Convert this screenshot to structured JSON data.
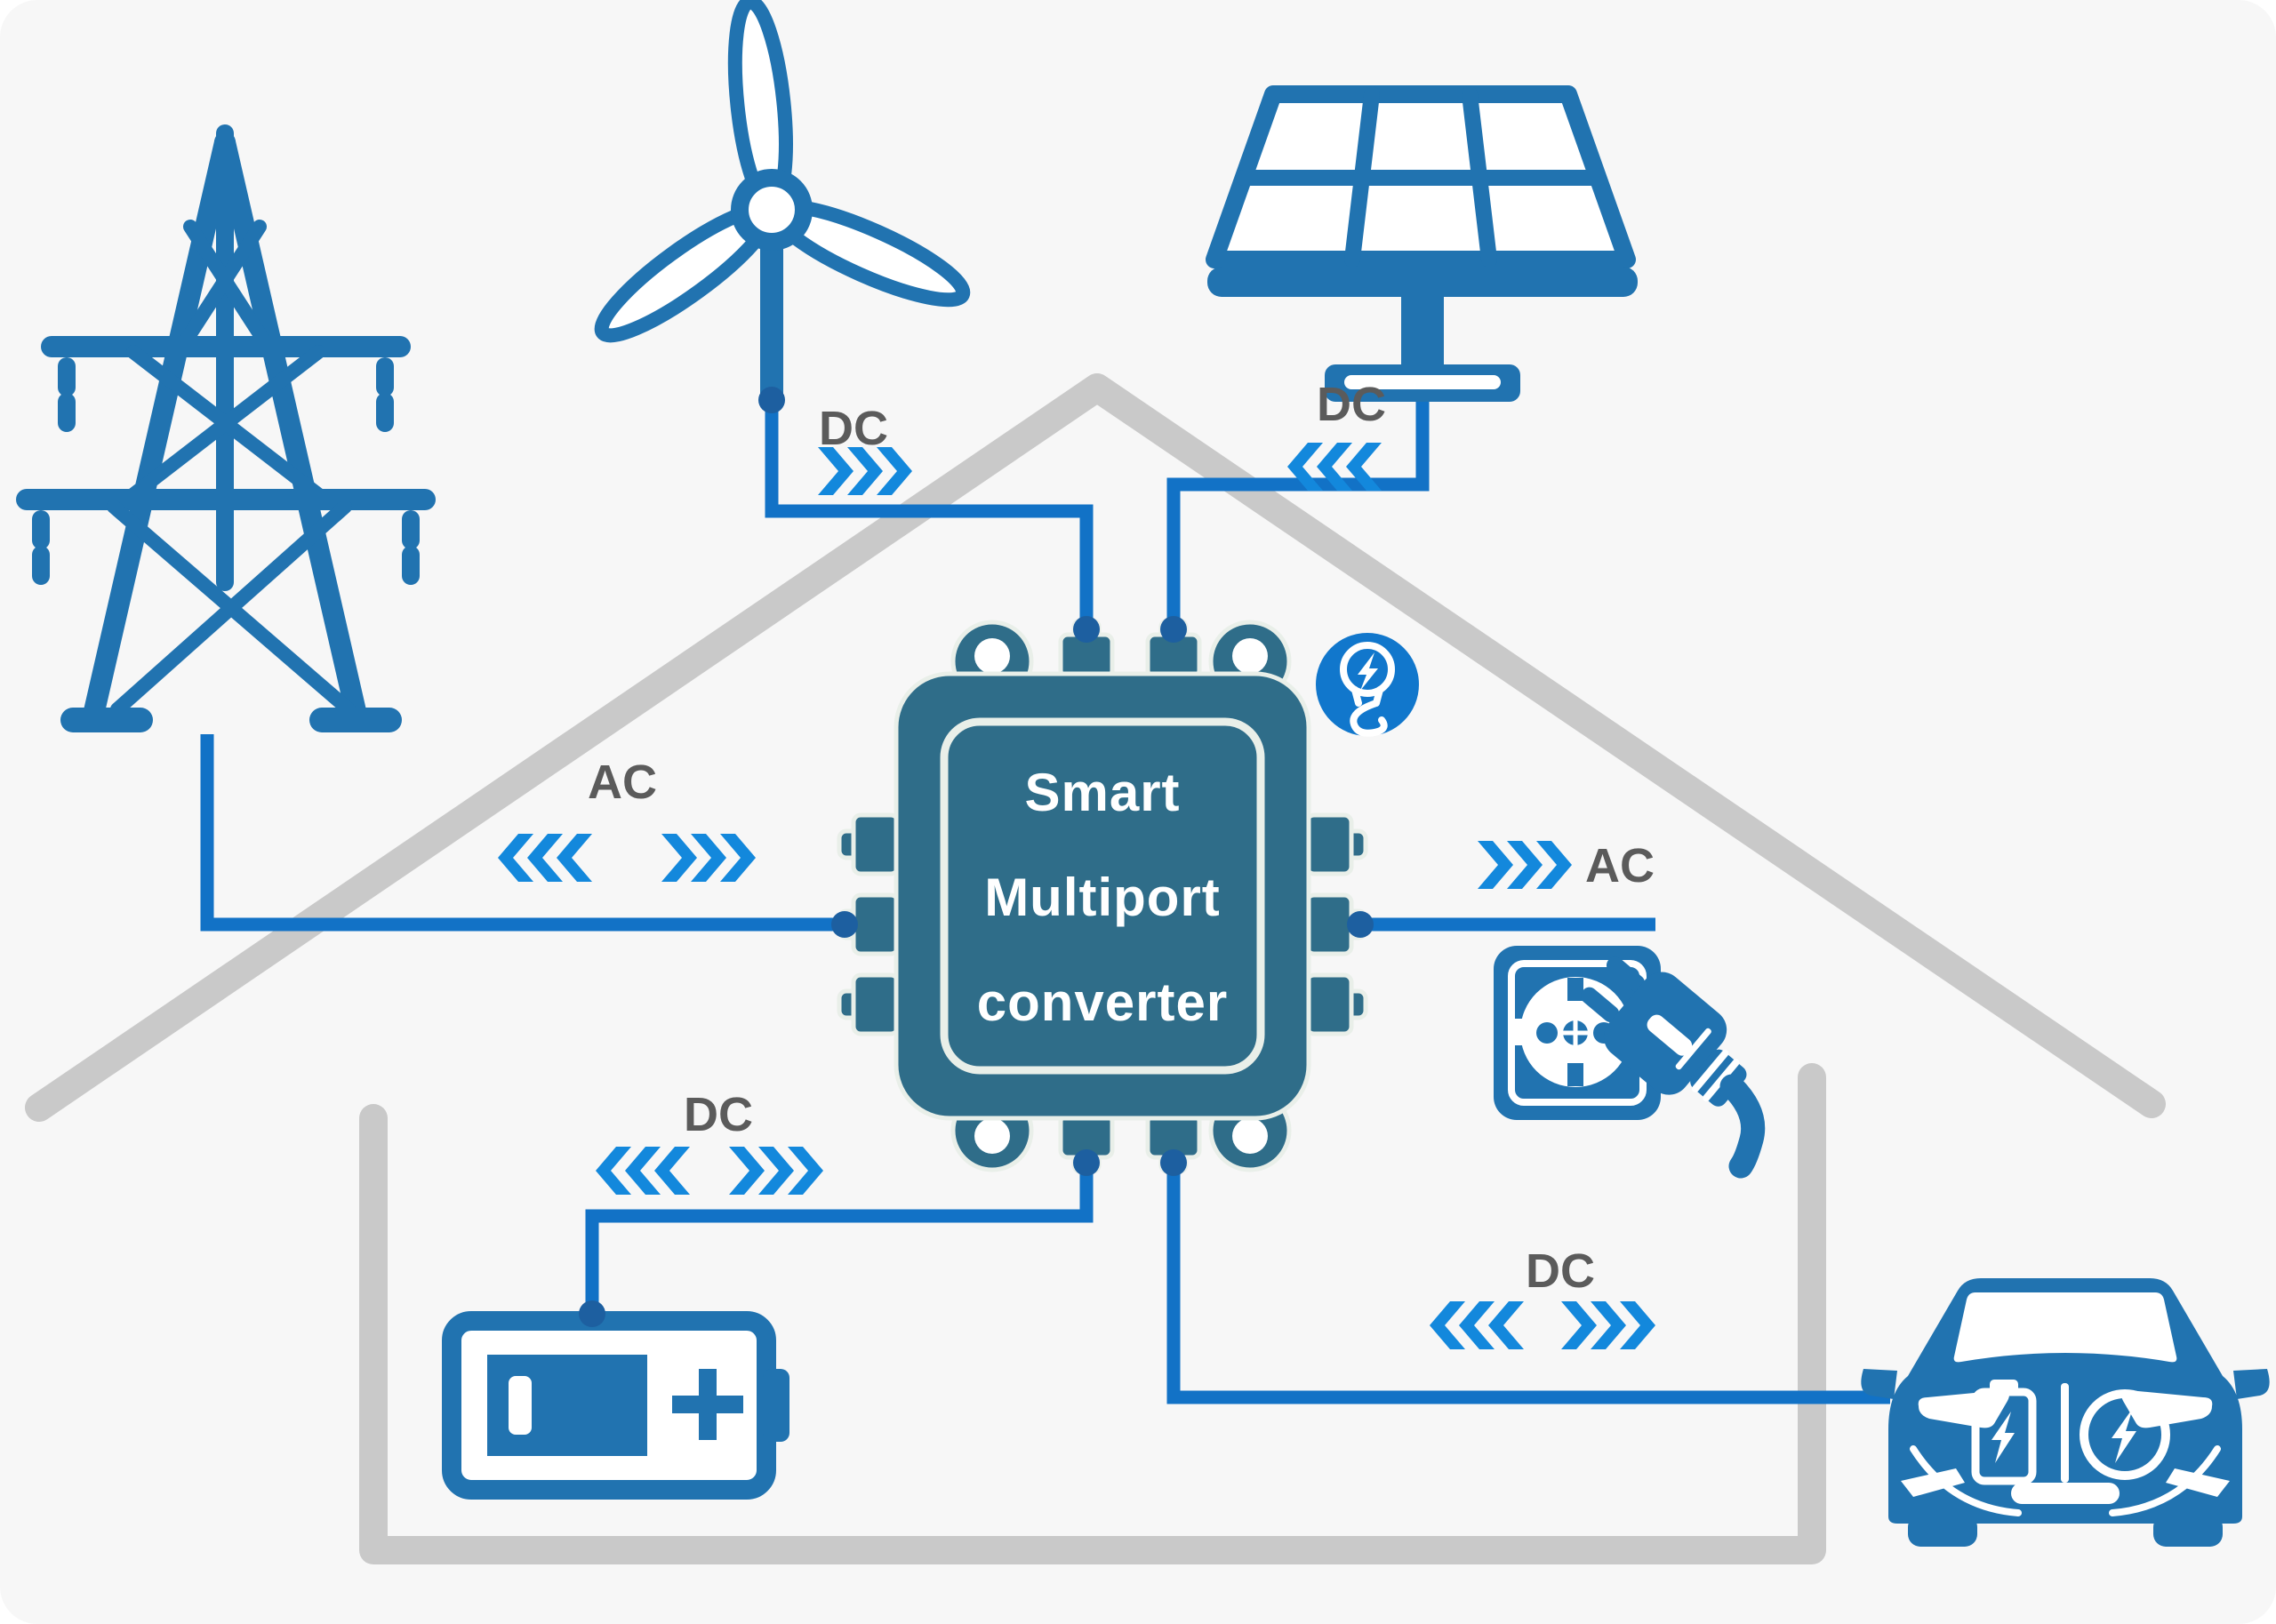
{
  "colors": {
    "bg": "#f7f7f7",
    "icon_blue": "#2173b0",
    "line_blue": "#1272c6",
    "arrow_blue": "#1388dc",
    "dot_blue": "#1d5fa0",
    "converter_teal": "#2f6d89",
    "outline_white": "#e9efe9",
    "house_gray": "#c9c9c9",
    "label_gray": "#5b5b5b",
    "badge_blue": "#1177cc"
  },
  "converter": {
    "title_line1": "Smart",
    "title_line2": "Multiport",
    "title_line3": "converter"
  },
  "flows": {
    "wind": {
      "label": "DC",
      "direction": "into-converter"
    },
    "solar": {
      "label": "DC",
      "direction": "into-converter"
    },
    "grid": {
      "label": "AC",
      "direction": "bidirectional"
    },
    "outlet": {
      "label": "AC",
      "direction": "out-of-converter"
    },
    "battery": {
      "label": "DC",
      "direction": "bidirectional"
    },
    "ev": {
      "label": "DC",
      "direction": "bidirectional"
    }
  },
  "icons": [
    "transmission-tower-icon",
    "wind-turbine-icon",
    "solar-panel-icon",
    "house-outline",
    "battery-icon",
    "ev-car-icon",
    "wall-socket-plug-icon",
    "smart-bulb-badge-icon"
  ]
}
